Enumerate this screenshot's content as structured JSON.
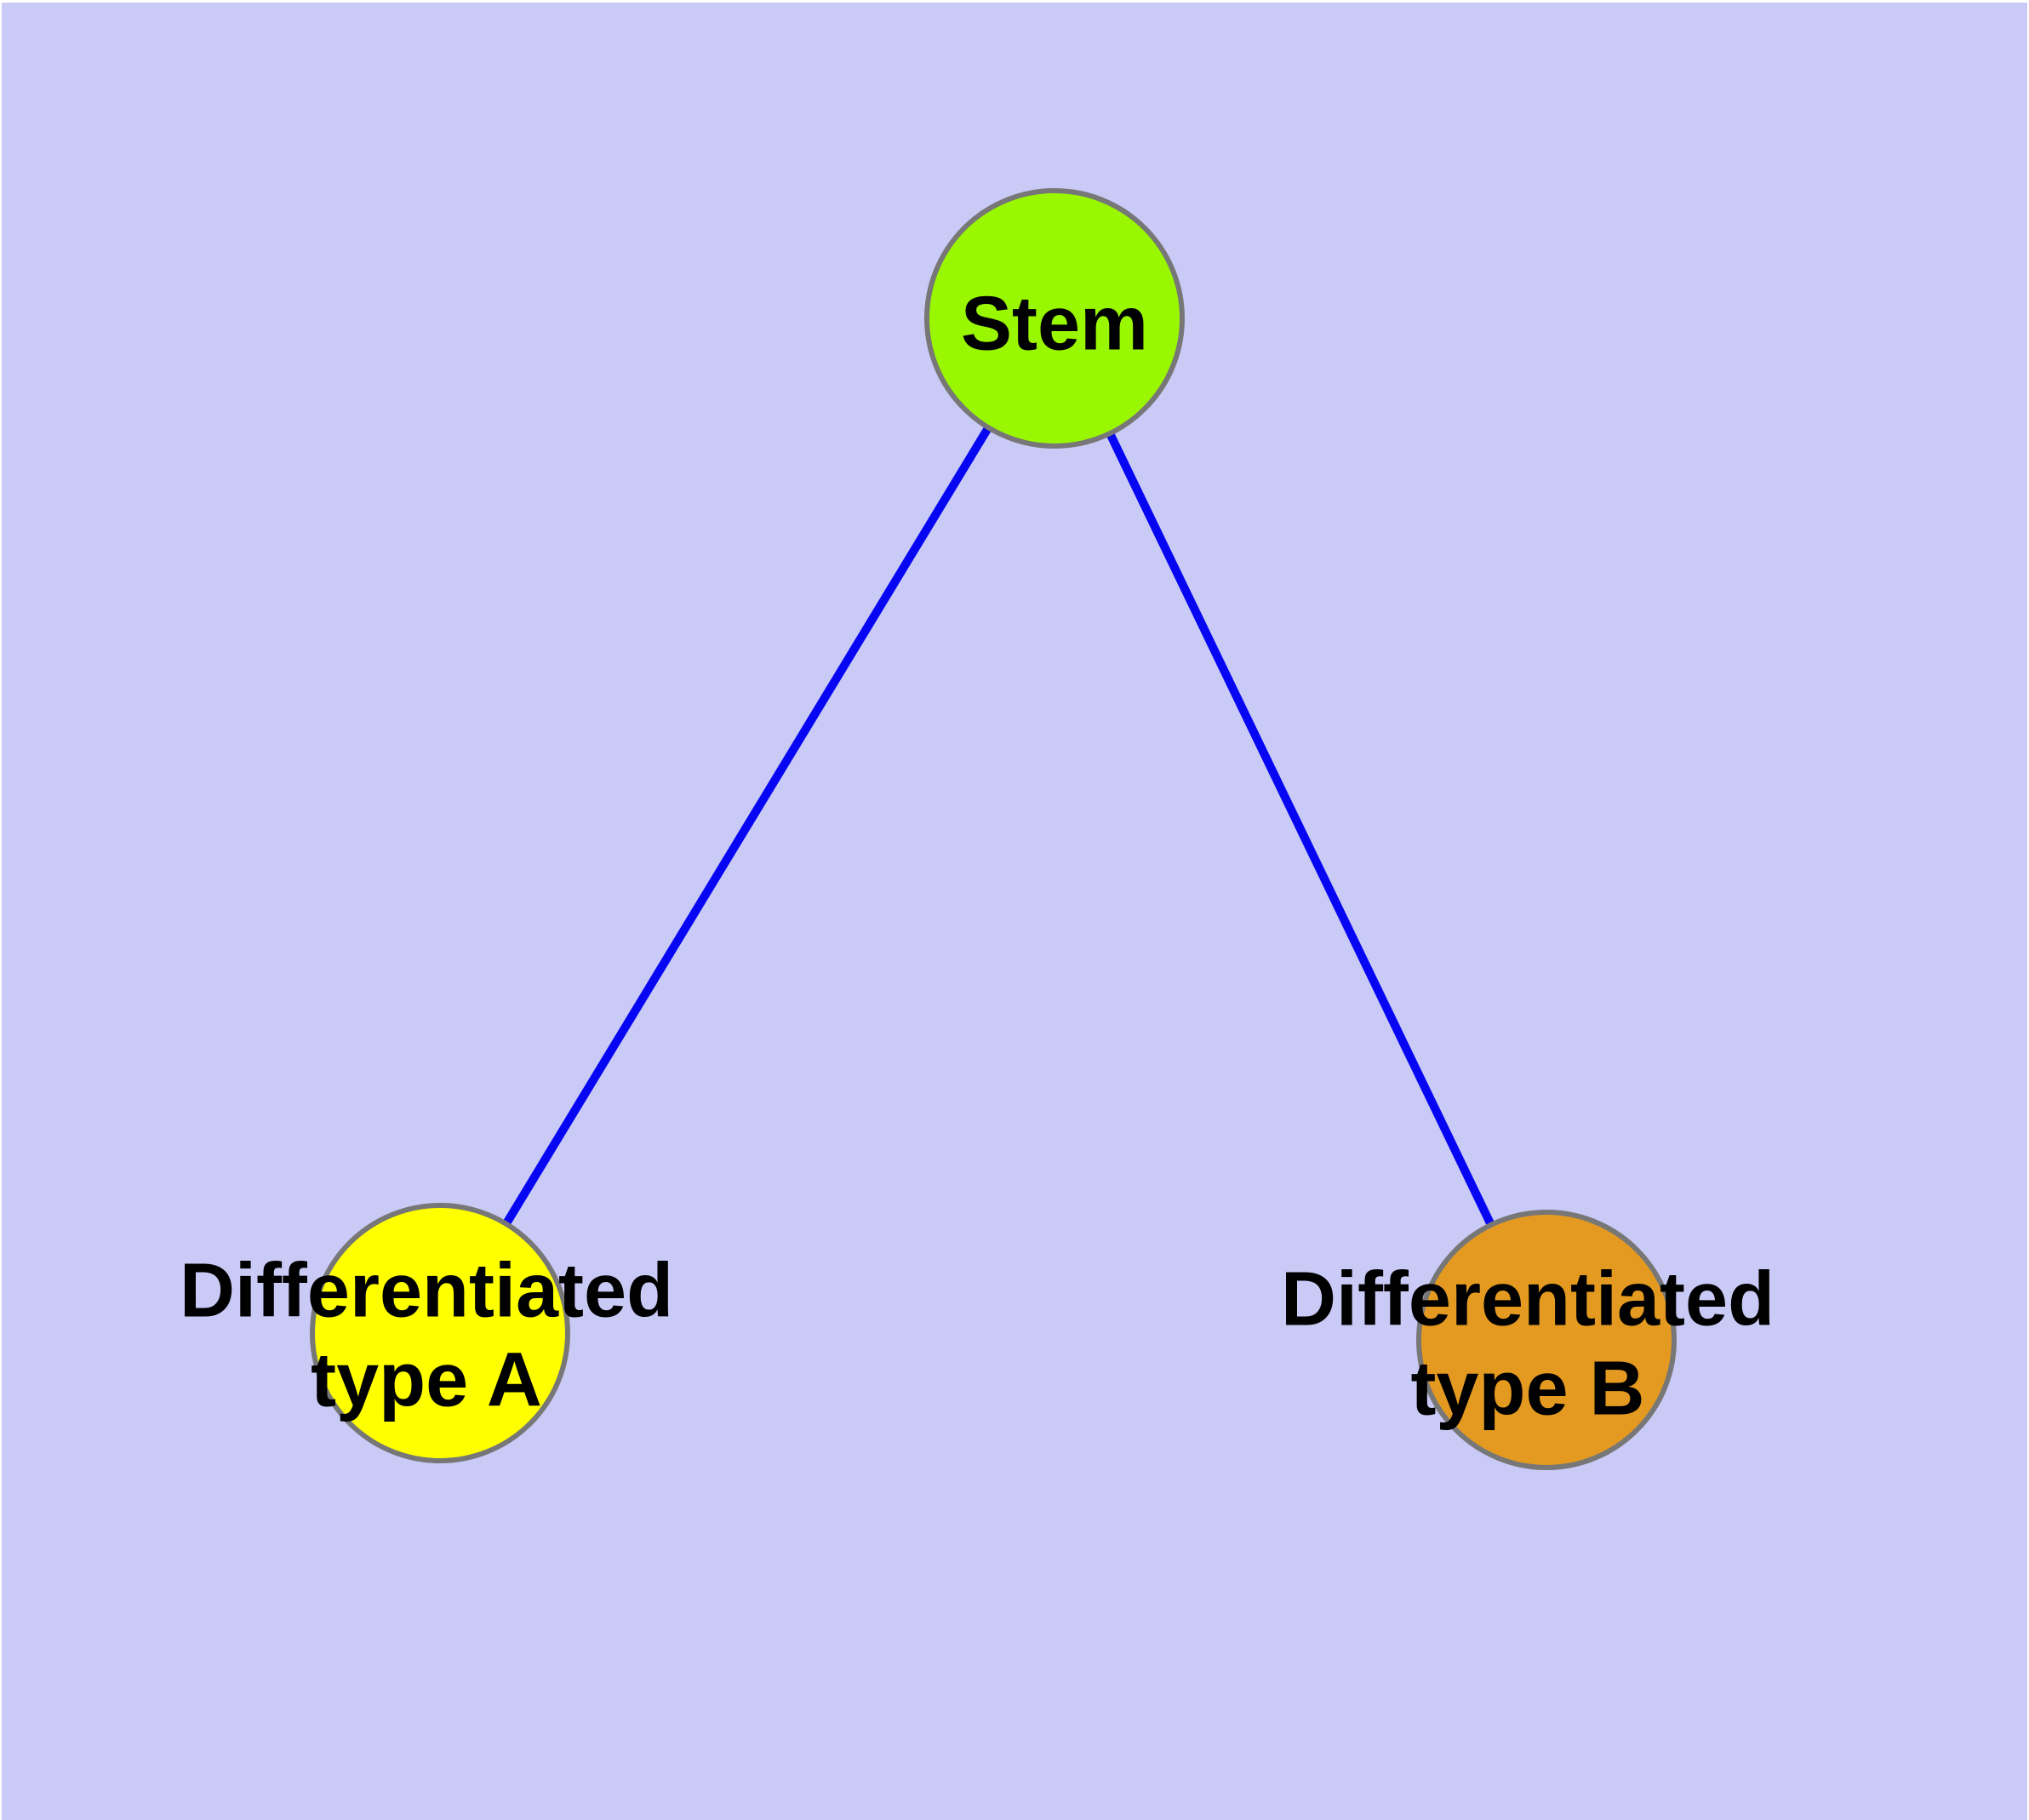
{
  "diagram": {
    "type": "node-link-graph",
    "colors": {
      "page_margin": "#FFFFFF",
      "canvas_background": "#CACAF7",
      "edge": "#0606F2",
      "node_border": "#777777",
      "label_text": "#000000"
    },
    "nodes": [
      {
        "id": "stem",
        "label_lines": [
          "Stem"
        ],
        "fill": "#99F702"
      },
      {
        "id": "diff-a",
        "label_lines": [
          "Differentiated",
          "type A"
        ],
        "fill": "#FFFF00"
      },
      {
        "id": "diff-b",
        "label_lines": [
          "Differentiated",
          "type B"
        ],
        "fill": "#E49A20"
      }
    ],
    "edges": [
      {
        "from": "Stem",
        "to": "Differentiated type A"
      },
      {
        "from": "Stem",
        "to": "Differentiated type B"
      }
    ]
  }
}
